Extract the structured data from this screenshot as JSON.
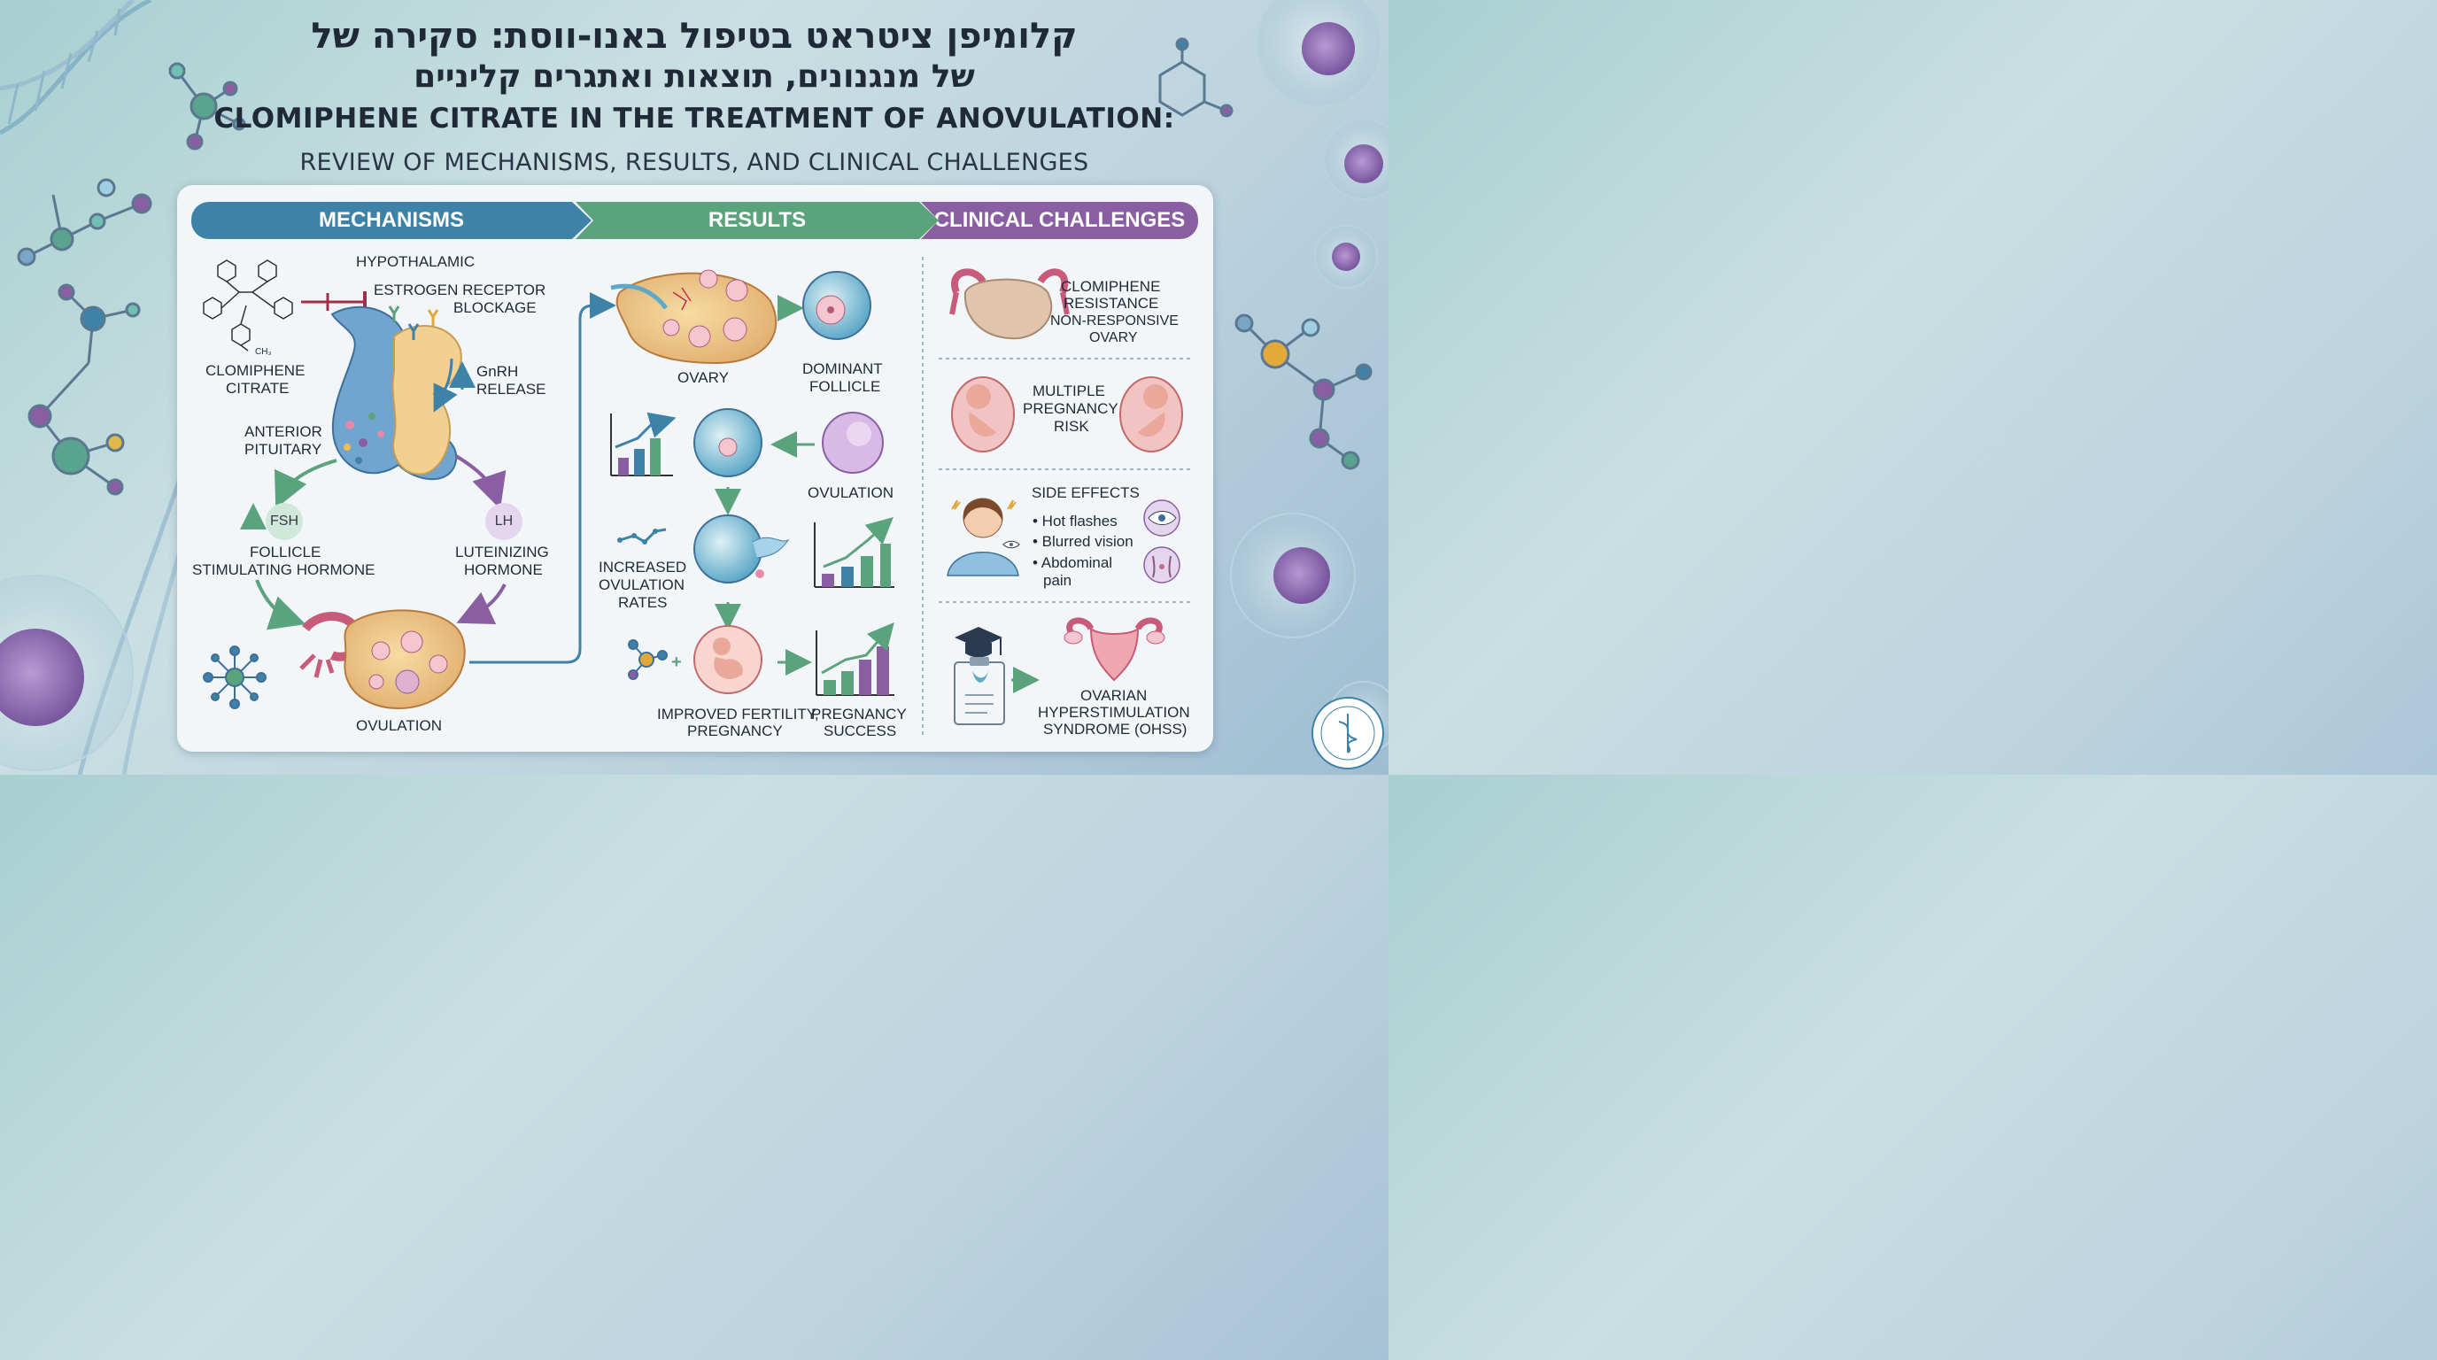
{
  "title": {
    "hebrew_line1": "קלומיפן ציטראט בטיפול באנו-ווסת: סקירה של",
    "hebrew_line2": "של מנגנונים, תוצאות ואתגרים קליניים",
    "english_line1": "CLOMIPHENE CITRATE IN THE TREATMENT OF ANOVULATION:",
    "english_line2": "REVIEW OF MECHANISMS, RESULTS, AND CLINICAL CHALLENGES"
  },
  "sections": {
    "mechanisms": "MECHANISMS",
    "results": "RESULTS",
    "clinical": "CLINICAL CHALLENGES"
  },
  "mechanisms": {
    "hypothalamic": "HYPOTHALAMIC",
    "receptor_line1": "ESTROGEN RECEPTOR",
    "receptor_line2": "BLOCKAGE",
    "clomiphene_line1": "CLOMIPHENE",
    "clomiphene_line2": "CITRATE",
    "ch3": "CH₃",
    "gnrh_line1": "GnRH",
    "gnrh_line2": "RELEASE",
    "pituitary_line1": "ANTERIOR",
    "pituitary_line2": "PITUITARY",
    "fsh": "FSH",
    "lh": "LH",
    "fsh_line1": "FOLLICLE",
    "fsh_line2": "STIMULATING HORMONE",
    "lh_line1": "LUTEINIZING",
    "lh_line2": "HORMONE",
    "ovulation": "OVULATION"
  },
  "results": {
    "ovary": "OVARY",
    "dominant_line1": "DOMINANT",
    "dominant_line2": "FOLLICLE",
    "ovulation": "OVULATION",
    "increased_line1": "INCREASED",
    "increased_line2": "OVULATION",
    "increased_line3": "RATES",
    "improved_line1": "IMPROVED FERTILITY,",
    "improved_line2": "PREGNANCY",
    "pregnancy_line1": "PREGNANCY",
    "pregnancy_line2": "SUCCESS"
  },
  "clinical": {
    "resistance_line1": "CLOMIPHENE",
    "resistance_line2": "RESISTANCE",
    "resistance_line3": "NON-RESPONSIVE",
    "resistance_line4": "OVARY",
    "multiple_line1": "MULTIPLE",
    "multiple_line2": "PREGNANCY",
    "multiple_line3": "RISK",
    "side_effects_title": "SIDE EFFECTS",
    "side_effects": [
      "• Hot flashes",
      "• Blurred vision",
      "• Abdominal",
      "pain"
    ],
    "ohss_line1": "OVARIAN",
    "ohss_line2": "HYPERSTIMULATION",
    "ohss_line3": "SYNDROME (OHSS)"
  },
  "colors": {
    "mechanisms": "#3e82a8",
    "results": "#5aa37c",
    "clinical": "#8a5ea2"
  }
}
